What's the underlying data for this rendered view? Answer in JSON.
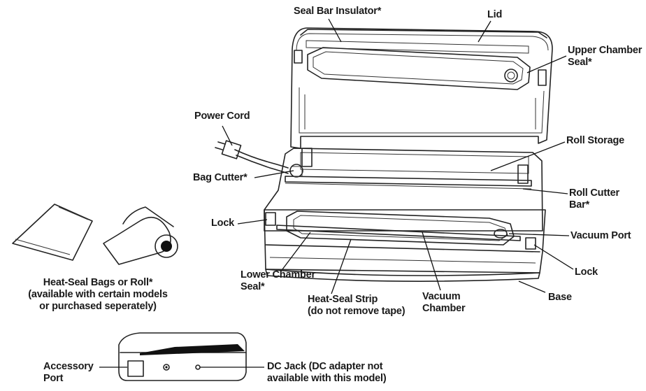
{
  "labels": {
    "seal_bar_insulator": "Seal Bar Insulator*",
    "lid": "Lid",
    "upper_chamber_seal": [
      "Upper Chamber",
      "Seal*"
    ],
    "power_cord": "Power Cord",
    "roll_storage": "Roll Storage",
    "bag_cutter": "Bag Cutter*",
    "roll_cutter_bar": [
      "Roll Cutter",
      "Bar*"
    ],
    "lock_left": "Lock",
    "vacuum_port": "Vacuum Port",
    "lock_right": "Lock",
    "lower_chamber_seal": [
      "Lower Chamber",
      "Seal*"
    ],
    "heat_seal_strip": [
      "Heat-Seal Strip",
      "(do not remove tape)"
    ],
    "vacuum_chamber": [
      "Vacuum",
      "Chamber"
    ],
    "base": "Base",
    "bags_caption": [
      "Heat-Seal Bags or Roll*",
      "(available with certain models",
      "or purchased seperately)"
    ],
    "accessory_port": [
      "Accessory",
      "Port"
    ],
    "dc_jack": [
      "DC Jack (DC adapter not",
      "available with this model)"
    ]
  }
}
